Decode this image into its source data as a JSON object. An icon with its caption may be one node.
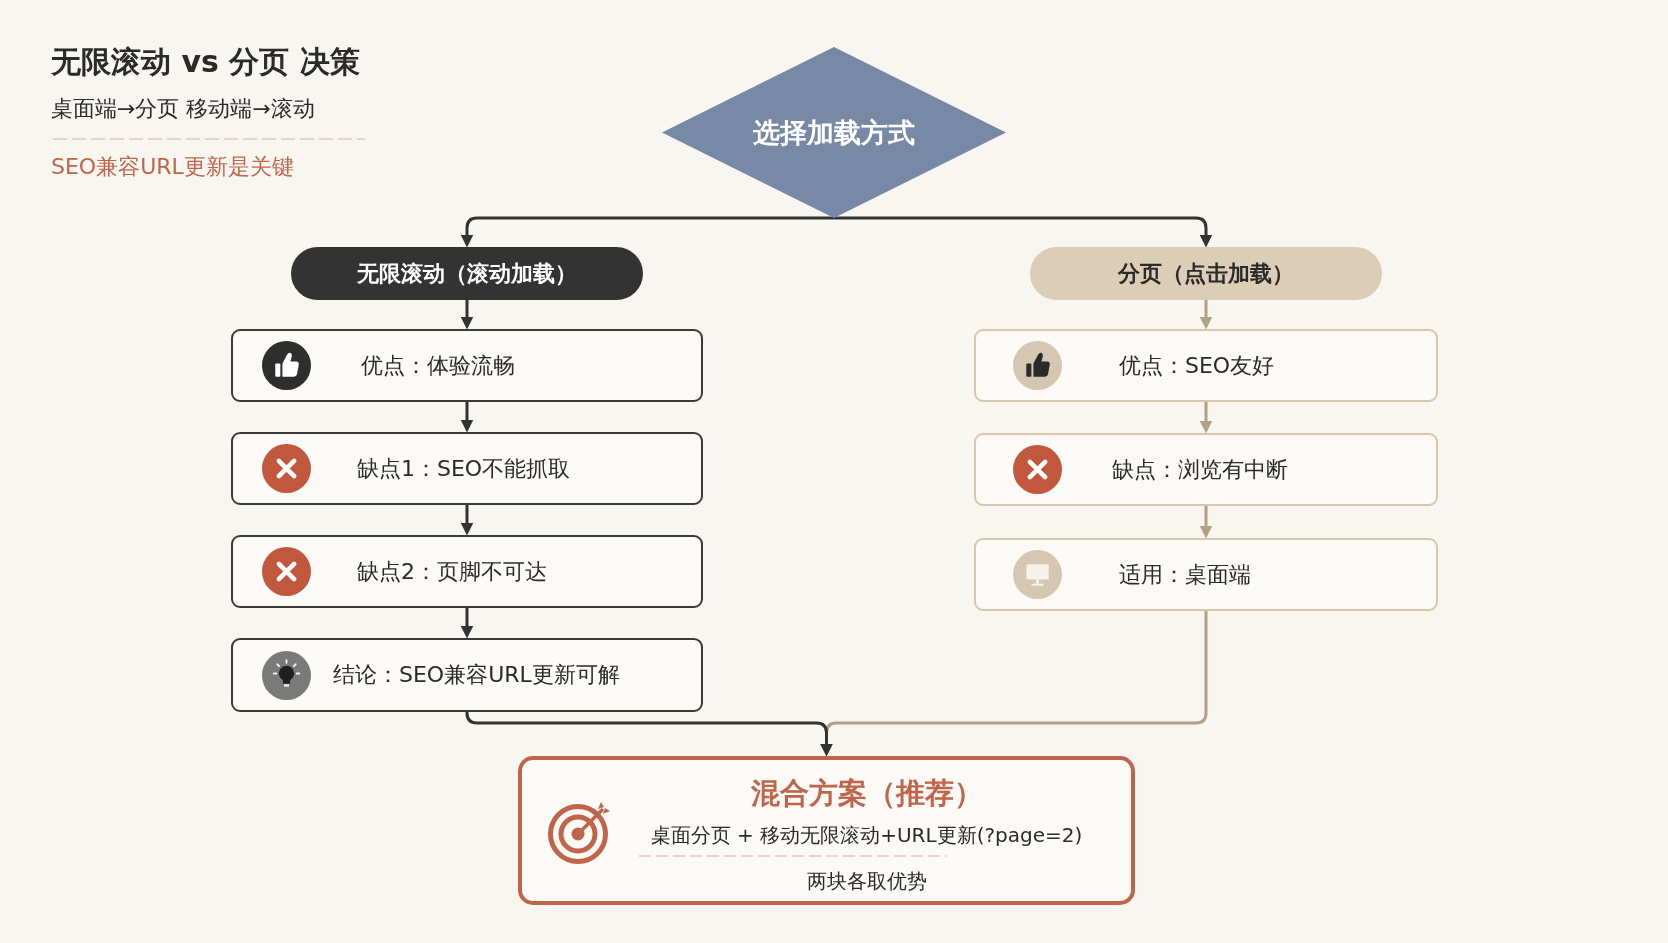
{
  "diagram": {
    "title": "无限滚动 vs 分页 决策",
    "nodes": [
      {
        "text": [
          "选择加载方式"
        ]
      },
      {
        "text": [
          "无限滚动（滚动加载）"
        ]
      },
      {
        "text": [
          "优点：体验流畅"
        ]
      },
      {
        "text": [
          "缺点1：SEO不能抓取"
        ]
      },
      {
        "text": [
          "缺点2：页脚不可达"
        ]
      },
      {
        "text": [
          "结论：SEO兼容URL更新可解"
        ]
      },
      {
        "text": [
          "分页（点击加载）"
        ]
      },
      {
        "text": [
          "优点：SEO友好"
        ]
      },
      {
        "text": [
          "缺点：浏览有中断"
        ]
      },
      {
        "text": [
          "适用：桌面端"
        ]
      },
      {
        "text": [
          "混合方案（推荐）",
          "桌面分页 + 移动无限滚动+URL更新(?page=2)",
          "两块各取优势"
        ]
      }
    ],
    "edges": [
      {
        "from": 0,
        "to": 1,
        "arrow": "to"
      },
      {
        "from": 0,
        "to": 6,
        "arrow": "to"
      },
      {
        "from": 1,
        "to": 2,
        "arrow": "to"
      },
      {
        "from": 2,
        "to": 3,
        "arrow": "to"
      },
      {
        "from": 3,
        "to": 4,
        "arrow": "to"
      },
      {
        "from": 4,
        "to": 5,
        "arrow": "to"
      },
      {
        "from": 6,
        "to": 7,
        "arrow": "to",
        "color": "#b3a184"
      },
      {
        "from": 7,
        "to": 8,
        "arrow": "to",
        "color": "#b3a184"
      },
      {
        "from": 8,
        "to": 9,
        "arrow": "to",
        "color": "#b3a184"
      },
      {
        "from": 5,
        "to": 10,
        "arrow": "to"
      },
      {
        "from": 9,
        "to": 10,
        "arrow": "to",
        "color": "#b3a184"
      }
    ],
    "labels": [
      "桌面端→分页 移动端→滚动",
      "SEO兼容URL更新是关键"
    ]
  }
}
